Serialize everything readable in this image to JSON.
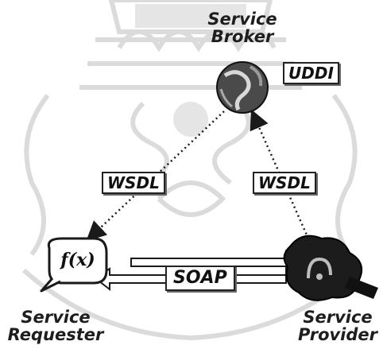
{
  "broker": {
    "label_line1": "Service",
    "label_line2": "Broker",
    "registry_tag": "UDDI"
  },
  "links": {
    "left_tag": "WSDL",
    "right_tag": "WSDL",
    "message_tag": "SOAP"
  },
  "requester": {
    "glyph": "f(x)",
    "label_line1": "Service",
    "label_line2": "Requester"
  },
  "provider": {
    "label_line1": "Service",
    "label_line2": "Provider"
  },
  "colors": {
    "watermark": "#c9c9c9",
    "ink": "#1a1a1a",
    "globe": "#4a4a4a"
  }
}
